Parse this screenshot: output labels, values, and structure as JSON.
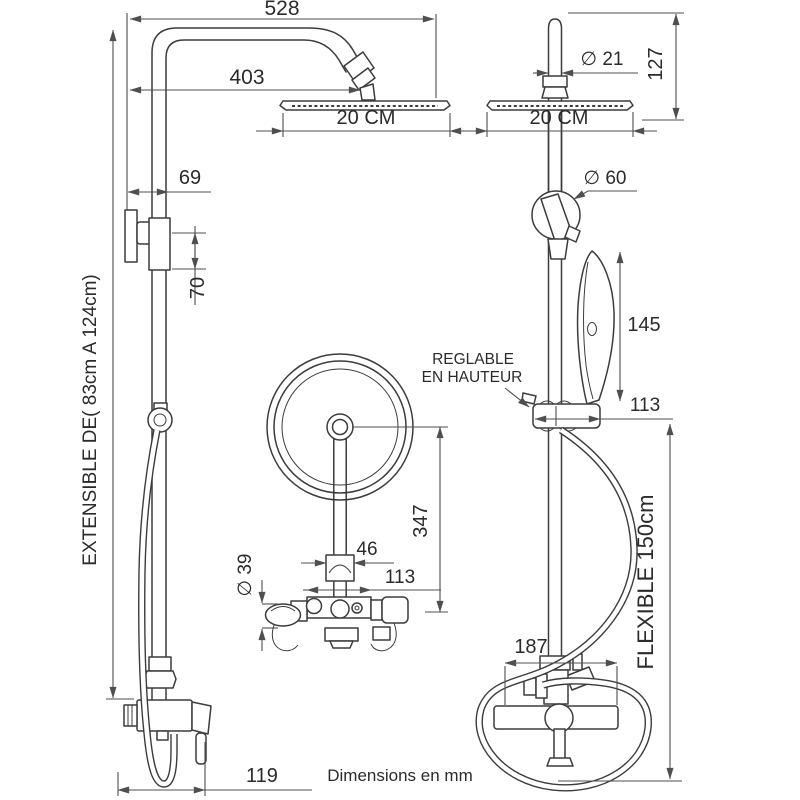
{
  "drawing": {
    "footer": "Dimensions en mm",
    "side_view": {
      "total_width_mm": "528",
      "arm_reach_mm": "403",
      "head_width": "20 CM",
      "bracket_offset_mm": "69",
      "bracket_height_mm": "70",
      "extensible_label": "EXTENSIBLE DE( 83cm A 124cm)",
      "valve_width_mm": "119"
    },
    "top_view": {
      "head_to_body_mm": "347",
      "collar_width_mm": "46",
      "body_width_mm": "113",
      "handle_diameter": "∅ 39"
    },
    "front_view": {
      "pipe_diameter": "∅ 21",
      "head_height_mm": "127",
      "head_width": "20 CM",
      "holder_diameter": "∅ 60",
      "handshower_length_mm": "145",
      "slider_width_mm": "113",
      "adjustable_line1": "REGLABLE",
      "adjustable_line2": "EN HAUTEUR",
      "hose_label": "FLEXIBLE 150cm",
      "faucet_width_mm": "187"
    },
    "colors": {
      "background": "#ffffff",
      "part_line": "#3c3c3c",
      "dimension_line": "#4f4f4f",
      "text": "#2b2b2b"
    }
  }
}
